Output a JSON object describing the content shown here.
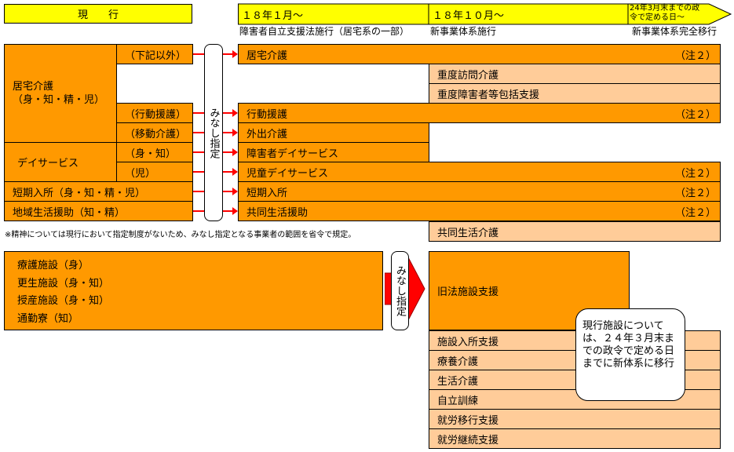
{
  "header": {
    "current": "現　　行",
    "phase1": "１８年１月～",
    "phase2": "１８年１０月～",
    "phase3": "24年3月末までの政令で定める日～",
    "phase1_sub": "障害者自立支援法施行（居宅系の一部）",
    "phase2_sub": "新事業体系施行",
    "phase3_sub": "新事業体系完全移行"
  },
  "left": {
    "home_care": "居宅介護\n（身・知・精・児）",
    "other": "（下記以外）",
    "behavior": "（行動援護）",
    "mobility": "（移動介護）",
    "day_service": "デイサービス",
    "day_mk": "（身・知）",
    "day_child": "（児）",
    "short_stay": "短期入所（身・知・精・児）",
    "community": "地域生活援助（知・精）"
  },
  "minashi": "みなし指定",
  "right": {
    "home_care": "居宅介護",
    "severe_visit": "重度訪問介護",
    "severe_package": "重度障害者等包括支援",
    "behavior": "行動援護",
    "outing": "外出介護",
    "disabled_day": "障害者デイサービス",
    "child_day": "児童デイサービス",
    "short_stay": "短期入所",
    "group_home_aid": "共同生活援助",
    "group_home_care": "共同生活介護",
    "note": "（注２）"
  },
  "footnote": "※精神については現行において指定制度がないため、みなし指定となる事業者の範囲を省令で規定。",
  "facilities": {
    "items": [
      "療護施設（身）",
      "更生施設（身・知）",
      "授産施設（身・知）",
      "通勤寮（知）"
    ]
  },
  "new_services": {
    "old_law": "旧法施設支援",
    "items": [
      "施設入所支援",
      "療養介護",
      "生活介護",
      "自立訓練",
      "就労移行支援",
      "就労継続支援"
    ]
  },
  "callout": "現行施設については、２４年３月末までの政令で定める日までに新体系に移行"
}
